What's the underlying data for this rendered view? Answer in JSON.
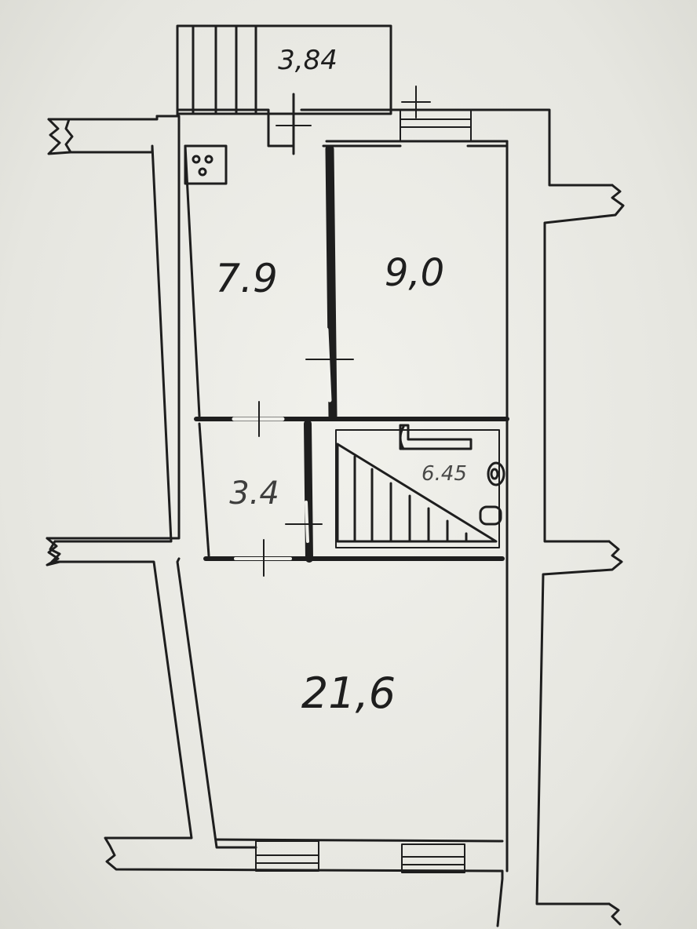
{
  "plan": {
    "rooms": {
      "balcony": "3,84",
      "kitchen": "7.9",
      "room_small": "9,0",
      "corridor": "3.4",
      "bathroom": "6.45",
      "living_room": "21,6"
    }
  }
}
